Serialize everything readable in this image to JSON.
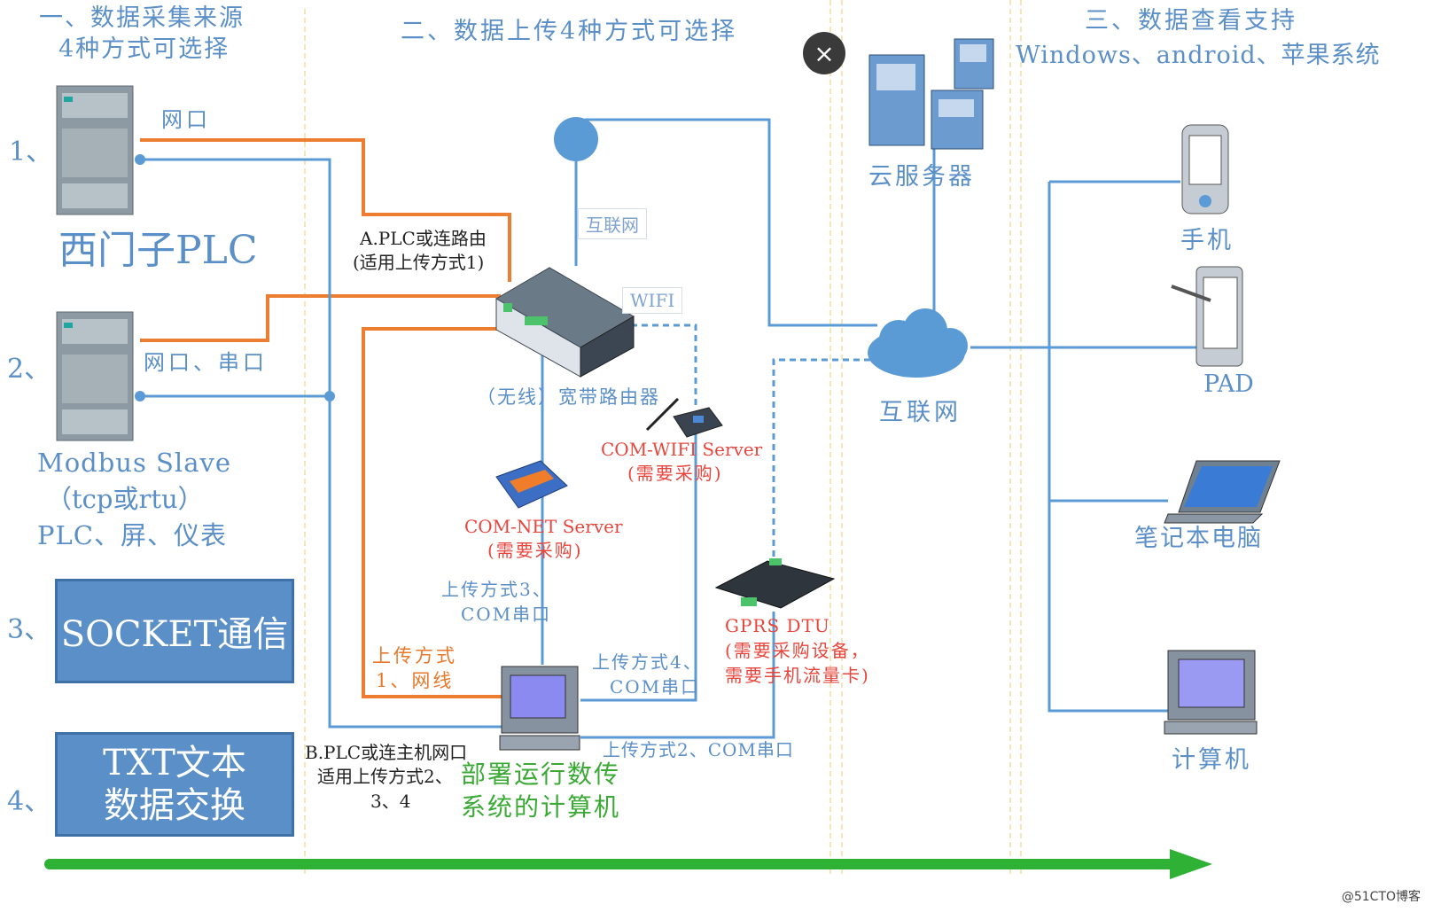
{
  "sections": {
    "source_title_1": "一、数据采集来源",
    "source_title_2": "4种方式可选择",
    "upload_title": "二、数据上传4种方式可选择",
    "view_title_1": "三、数据查看支持",
    "view_title_2": "Windows、android、苹果系统"
  },
  "sources": {
    "n1": "1、",
    "n2": "2、",
    "n3": "3、",
    "n4": "4、",
    "plc_label": "西门子PLC",
    "port1": "网口",
    "port2": "网口、串口",
    "modbus_1": "Modbus Slave",
    "modbus_2": "（tcp或rtu）",
    "modbus_3": "PLC、屏、仪表",
    "socket_box": "SOCKET通信",
    "txt_box_1": "TXT文本",
    "txt_box_2": "数据交换"
  },
  "upload": {
    "route_a_1": "A.PLC或连路由",
    "route_a_2": "(适用上传方式1)",
    "internet_tag": "互联网",
    "wifi_tag": "WIFI",
    "router_label": "（无线）宽带路由器",
    "com_wifi_1": "COM-WIFI Server",
    "com_wifi_2": "(需要采购)",
    "com_net_1": "COM-NET Server",
    "com_net_2": "(需要采购)",
    "method3_1": "上传方式3、",
    "method3_2": "COM串口",
    "method4_1": "上传方式4、",
    "method4_2": "COM串口",
    "method1_1": "上传方式",
    "method1_2": "1、网线",
    "gprs_1": "GPRS DTU",
    "gprs_2": "(需要采购设备，",
    "gprs_3": "需要手机流量卡)",
    "method2": "上传方式2、COM串口",
    "route_b_1": "B.PLC或连主机网口",
    "route_b_2": "适用上传方式2、",
    "route_b_3": "3、4",
    "deploy_1": "部署运行数传",
    "deploy_2": "系统的计算机"
  },
  "cloud": {
    "server_label": "云服务器",
    "internet_label": "互联网"
  },
  "clients": {
    "phone": "手机",
    "pad": "PAD",
    "laptop": "笔记本电脑",
    "pc": "计算机"
  },
  "ui": {
    "close": "×"
  },
  "watermark": "@51CTO博客",
  "colors": {
    "blue_line": "#5b9bd5",
    "orange_line": "#ed7d31",
    "green_arrow": "#2eb135",
    "box_fill": "#5b8fc7"
  }
}
